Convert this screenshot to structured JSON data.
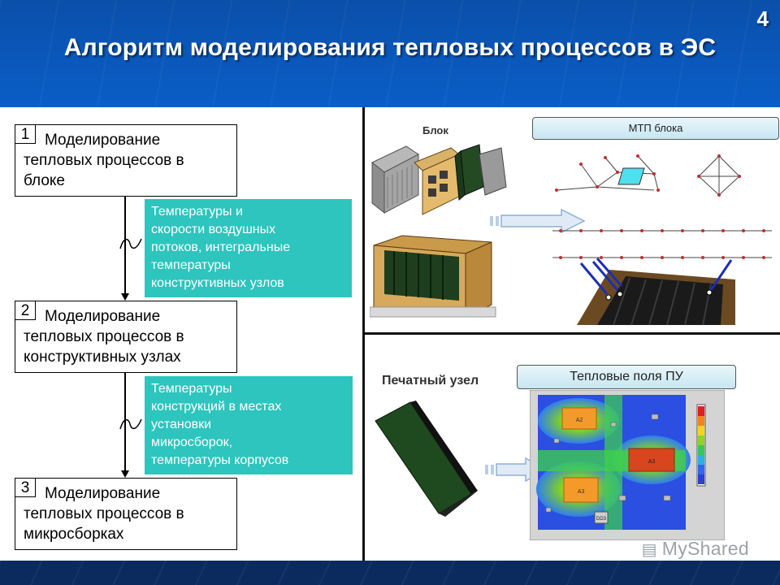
{
  "slide": {
    "number": "4",
    "title": "Алгоритм моделирования тепловых процессов в ЭС"
  },
  "steps": [
    {
      "num": "1",
      "line1": "Моделирование",
      "line2": "тепловых процессов в",
      "line3": "блоке"
    },
    {
      "num": "2",
      "line1": "Моделирование",
      "line2": "тепловых процессов в",
      "line3": "конструктивных  узлах"
    },
    {
      "num": "3",
      "line1": "Моделирование",
      "line2": "тепловых процессов в",
      "line3": "микросборках"
    }
  ],
  "info": [
    {
      "lines": [
        "Температуры и",
        "скорости воздушных",
        "потоков, интегральные",
        "температуры",
        "конструктивных узлов"
      ]
    },
    {
      "lines": [
        "Температуры",
        "конструкций в местах",
        "установки",
        "микросборок,",
        "температуры корпусов"
      ]
    }
  ],
  "right_top": {
    "block_label": "Блок",
    "mtp_label": "МТП блока"
  },
  "right_bottom": {
    "node_label": "Печатный узел",
    "fields_label": "Тепловые поля ПУ",
    "heat_labels": [
      "A2",
      "A3",
      "A3",
      "DD3"
    ]
  },
  "watermark": "MyShared",
  "colors": {
    "header": "#0a56b8",
    "info_box": "#2dc5bd",
    "footer": "#0b2a5e"
  }
}
